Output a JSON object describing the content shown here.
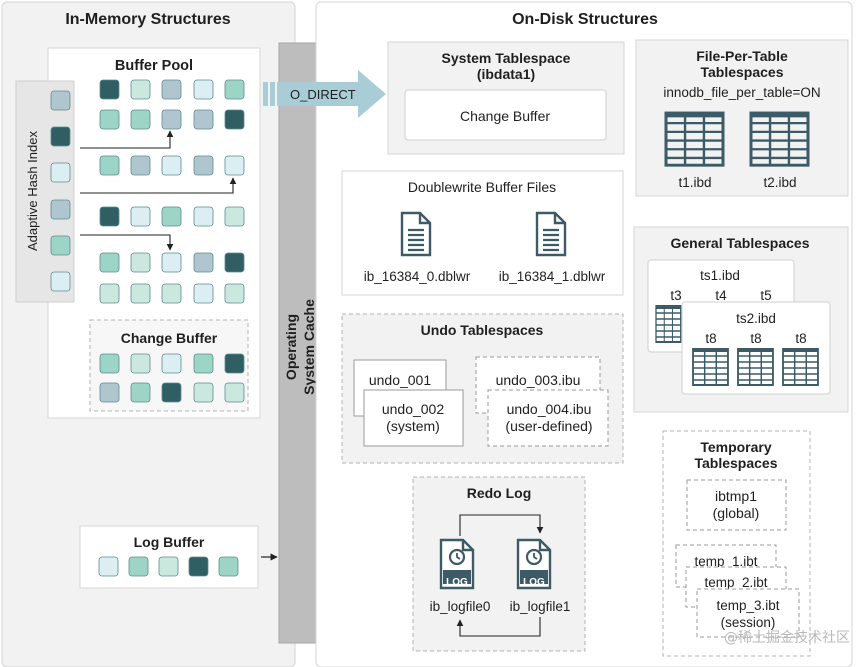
{
  "colors": {
    "panel": "#f2f2f2",
    "panel_border": "#d4d4d4",
    "teal_dark": "#2f5f63",
    "teal_mid": "#9cd4c5",
    "teal_light": "#cbe8df",
    "blue_gray": "#afc6cf",
    "pale": "#dbeef2",
    "os_cache": "#bdbdbd",
    "arrow_blue": "#a8cdd6",
    "icon_dark": "#3c5b66"
  },
  "memory": {
    "title": "In-Memory Structures",
    "buffer_pool": {
      "title": "Buffer Pool",
      "ahi_label": "Adaptive Hash Index",
      "rows": [
        [
          "teal_dark",
          "teal_light",
          "blue_gray",
          "pale",
          "teal_mid"
        ],
        [
          "teal_mid",
          "teal_mid",
          "blue_gray",
          "blue_gray",
          "teal_dark"
        ],
        [
          "teal_mid",
          "blue_gray",
          "pale",
          "blue_gray",
          "pale"
        ],
        [
          "teal_dark",
          "pale",
          "teal_mid",
          "pale",
          "teal_light"
        ],
        [
          "teal_mid",
          "teal_light",
          "pale",
          "blue_gray",
          "teal_dark"
        ],
        [
          "teal_light",
          "teal_light",
          "teal_light",
          "pale",
          "teal_light"
        ]
      ],
      "ahi_cells": [
        "blue_gray",
        "teal_dark",
        "pale",
        "blue_gray",
        "teal_mid",
        "pale"
      ]
    },
    "change_buffer": {
      "title": "Change Buffer",
      "rows": [
        [
          "teal_mid",
          "teal_light",
          "pale",
          "teal_mid",
          "teal_dark"
        ],
        [
          "blue_gray",
          "teal_mid",
          "teal_dark",
          "teal_light",
          "teal_light"
        ]
      ]
    },
    "log_buffer": {
      "title": "Log Buffer",
      "cells": [
        "pale",
        "teal_mid",
        "teal_light",
        "teal_dark",
        "teal_mid"
      ]
    }
  },
  "os_cache": {
    "line1": "Operating",
    "line2": "System Cache"
  },
  "o_direct": "O_DIRECT",
  "disk": {
    "title": "On-Disk Structures",
    "system_ts": {
      "title1": "System Tablespace",
      "title2": "(ibdata1)",
      "inner": "Change Buffer"
    },
    "fpt": {
      "title1": "File-Per-Table",
      "title2": "Tablespaces",
      "subtitle": "innodb_file_per_table=ON",
      "files": [
        "t1.ibd",
        "t2.ibd"
      ]
    },
    "doublewrite": {
      "title": "Doublewrite Buffer Files",
      "files": [
        "ib_16384_0.dblwr",
        "ib_16384_1.dblwr"
      ]
    },
    "general": {
      "title": "General Tablespaces",
      "ts1": "ts1.ibd",
      "ts1_tables": [
        "t3",
        "t4",
        "t5"
      ],
      "ts2": "ts2.ibd",
      "ts2_tables": [
        "t8",
        "t8",
        "t8"
      ]
    },
    "undo": {
      "title": "Undo Tablespaces",
      "u1": "undo_001",
      "u2": "undo_002",
      "u2_sub": "(system)",
      "u3": "undo_003.ibu",
      "u4": "undo_004.ibu",
      "u4_sub": "(user-defined)"
    },
    "redo": {
      "title": "Redo Log",
      "icon_text": "LOG",
      "files": [
        "ib_logfile0",
        "ib_logfile1"
      ]
    },
    "temp": {
      "title1": "Temporary",
      "title2": "Tablespaces",
      "global_name": "ibtmp1",
      "global_sub": "(global)",
      "files": [
        "temp_1.ibt",
        "temp_2.ibt",
        "temp_3.ibt"
      ],
      "session_sub": "(session)"
    }
  },
  "watermark": "@稀土掘金技术社区"
}
